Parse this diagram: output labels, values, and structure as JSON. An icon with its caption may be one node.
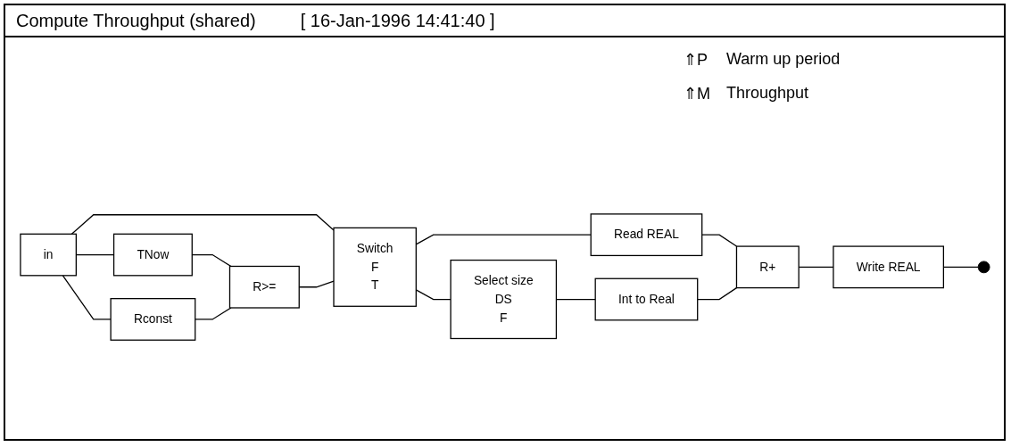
{
  "diagram": {
    "title": "Compute Throughput (shared)",
    "nodes": [
      {
        "text": [
          "in"
        ]
      },
      {
        "text": [
          "TNow"
        ]
      },
      {
        "text": [
          "Rconst"
        ]
      },
      {
        "text": [
          "R>="
        ]
      },
      {
        "text": [
          "Switch",
          "F",
          "T"
        ]
      },
      {
        "text": [
          "Read REAL"
        ]
      },
      {
        "text": [
          "R+"
        ]
      },
      {
        "text": [
          "Write REAL"
        ]
      },
      {
        "text": [
          "Select size",
          "DS",
          "F"
        ]
      },
      {
        "text": [
          "Int to Real"
        ]
      },
      {
        "text": [],
        "shape": "circle"
      }
    ],
    "edges": [
      {
        "from": 0,
        "to": 1,
        "arrow": "none"
      },
      {
        "from": 0,
        "to": 2,
        "arrow": "none"
      },
      {
        "from": 0,
        "to": 4,
        "arrow": "none"
      },
      {
        "from": 1,
        "to": 3,
        "arrow": "none"
      },
      {
        "from": 2,
        "to": 3,
        "arrow": "none"
      },
      {
        "from": 3,
        "to": 4,
        "arrow": "none"
      },
      {
        "from": 4,
        "to": 5,
        "arrow": "none"
      },
      {
        "from": 4,
        "to": 8,
        "arrow": "none"
      },
      {
        "from": 5,
        "to": 6,
        "arrow": "none"
      },
      {
        "from": 6,
        "to": 7,
        "arrow": "none"
      },
      {
        "from": 8,
        "to": 9,
        "arrow": "none"
      },
      {
        "from": 9,
        "to": 6,
        "arrow": "none"
      },
      {
        "from": 7,
        "to": 10,
        "arrow": "none"
      }
    ],
    "labels": [
      "[ 16-Jan-1996 14:41:40 ]",
      "⇑P",
      "Warm up period",
      "⇑M",
      "Throughput"
    ]
  }
}
